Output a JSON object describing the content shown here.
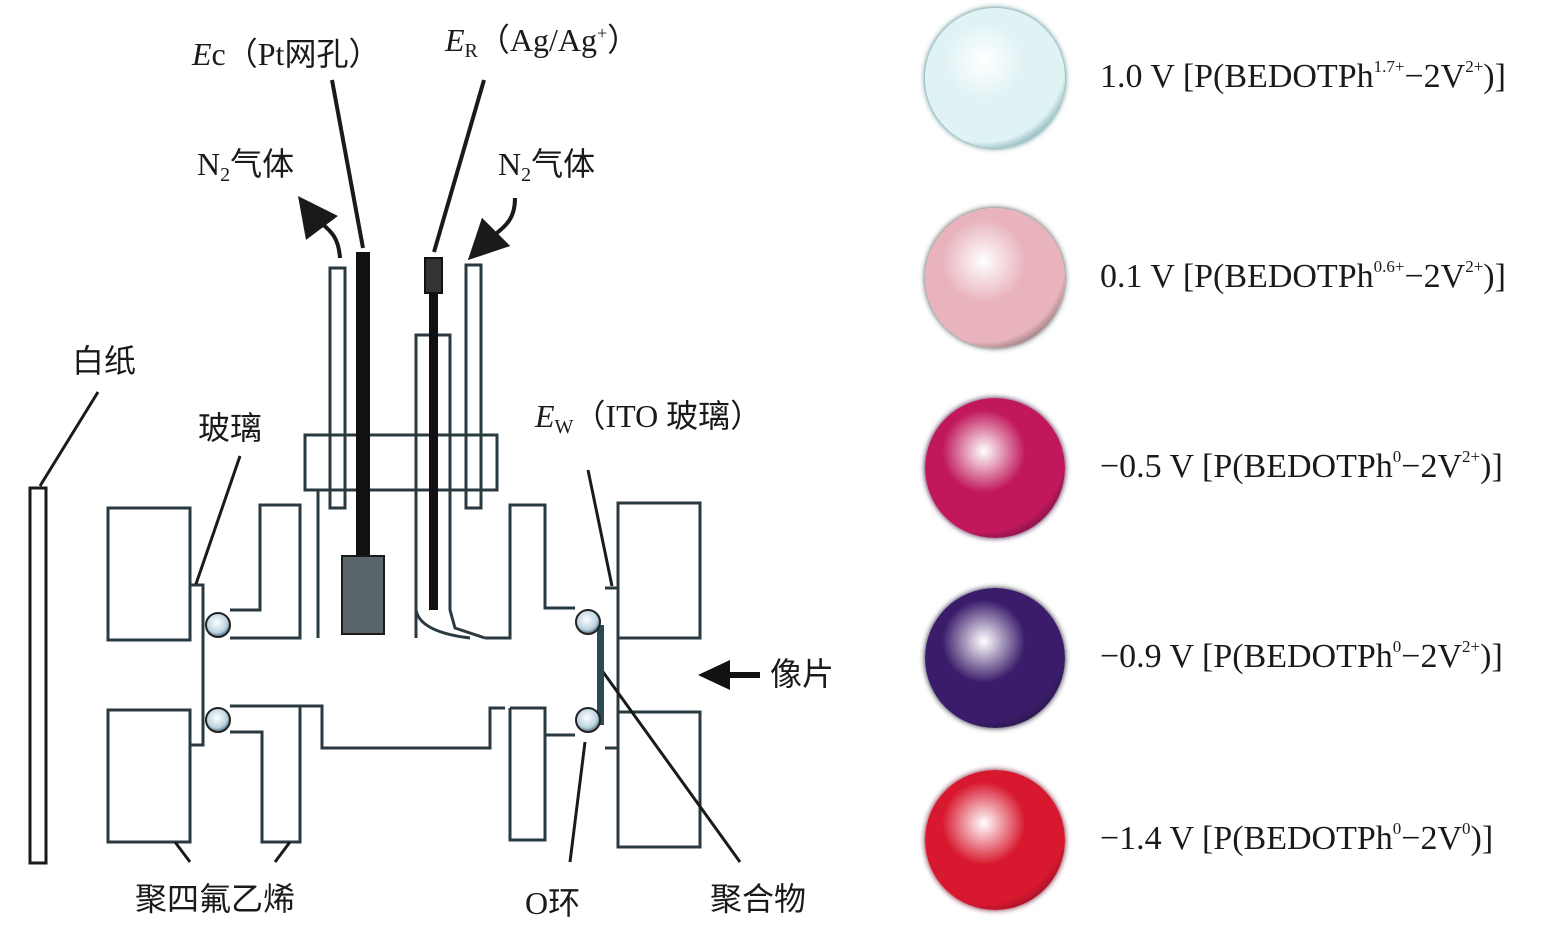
{
  "diagram": {
    "labels": {
      "counter_electrode": {
        "symbol": "E",
        "symbol_rest": "c",
        "text": "（Pt网孔）"
      },
      "reference_electrode": {
        "symbol": "E",
        "subscript": "R",
        "text": "（Ag/Ag",
        "superscript": "+",
        "text_end": "）"
      },
      "n2_gas_out": {
        "main": "N",
        "subscript": "2",
        "text": "气体"
      },
      "n2_gas_in": {
        "main": "N",
        "subscript": "2",
        "text": "气体"
      },
      "white_paper": "白纸",
      "glass": "玻璃",
      "working_electrode": {
        "symbol": "E",
        "subscript": "W",
        "text": "（ITO 玻璃）"
      },
      "photo": "像片",
      "ptfe": "聚四氟乙烯",
      "o_ring": "O环",
      "polymer": "聚合物"
    },
    "colors": {
      "line": "#1a1a1a",
      "gray_body": "#4a545a",
      "o_ring": "#bcd3e0"
    }
  },
  "states": [
    {
      "voltage": "1.0 V",
      "prefix": "[P(BEDOTPh",
      "sup1": "1.7+",
      "mid": "−2V",
      "sup2": "2+",
      "suffix": ")]",
      "color": "#dff2f4",
      "rim": "#2c6f73"
    },
    {
      "voltage": "0.1 V",
      "prefix": "[P(BEDOTPh",
      "sup1": "0.6+",
      "mid": "−2V",
      "sup2": "2+",
      "suffix": ")]",
      "color": "#e9b3bd",
      "rim": "#3a3f3a"
    },
    {
      "voltage": "−0.5 V",
      "prefix": "[P(BEDOTPh",
      "sup1": "0",
      "mid": "−2V",
      "sup2": "2+",
      "suffix": ")]",
      "color": "#c0185a",
      "rim": "#3b0c3a"
    },
    {
      "voltage": "−0.9 V",
      "prefix": "[P(BEDOTPh",
      "sup1": "0",
      "mid": "−2V",
      "sup2": "2+",
      "suffix": ")]",
      "color": "#3a1c6a",
      "rim": "#15142a"
    },
    {
      "voltage": "−1.4 V",
      "prefix": "[P(BEDOTPh",
      "sup1": "0",
      "mid": "−2V",
      "sup2": "0",
      "suffix": ")]",
      "color": "#d8182e",
      "rim": "#6a0c28"
    }
  ]
}
